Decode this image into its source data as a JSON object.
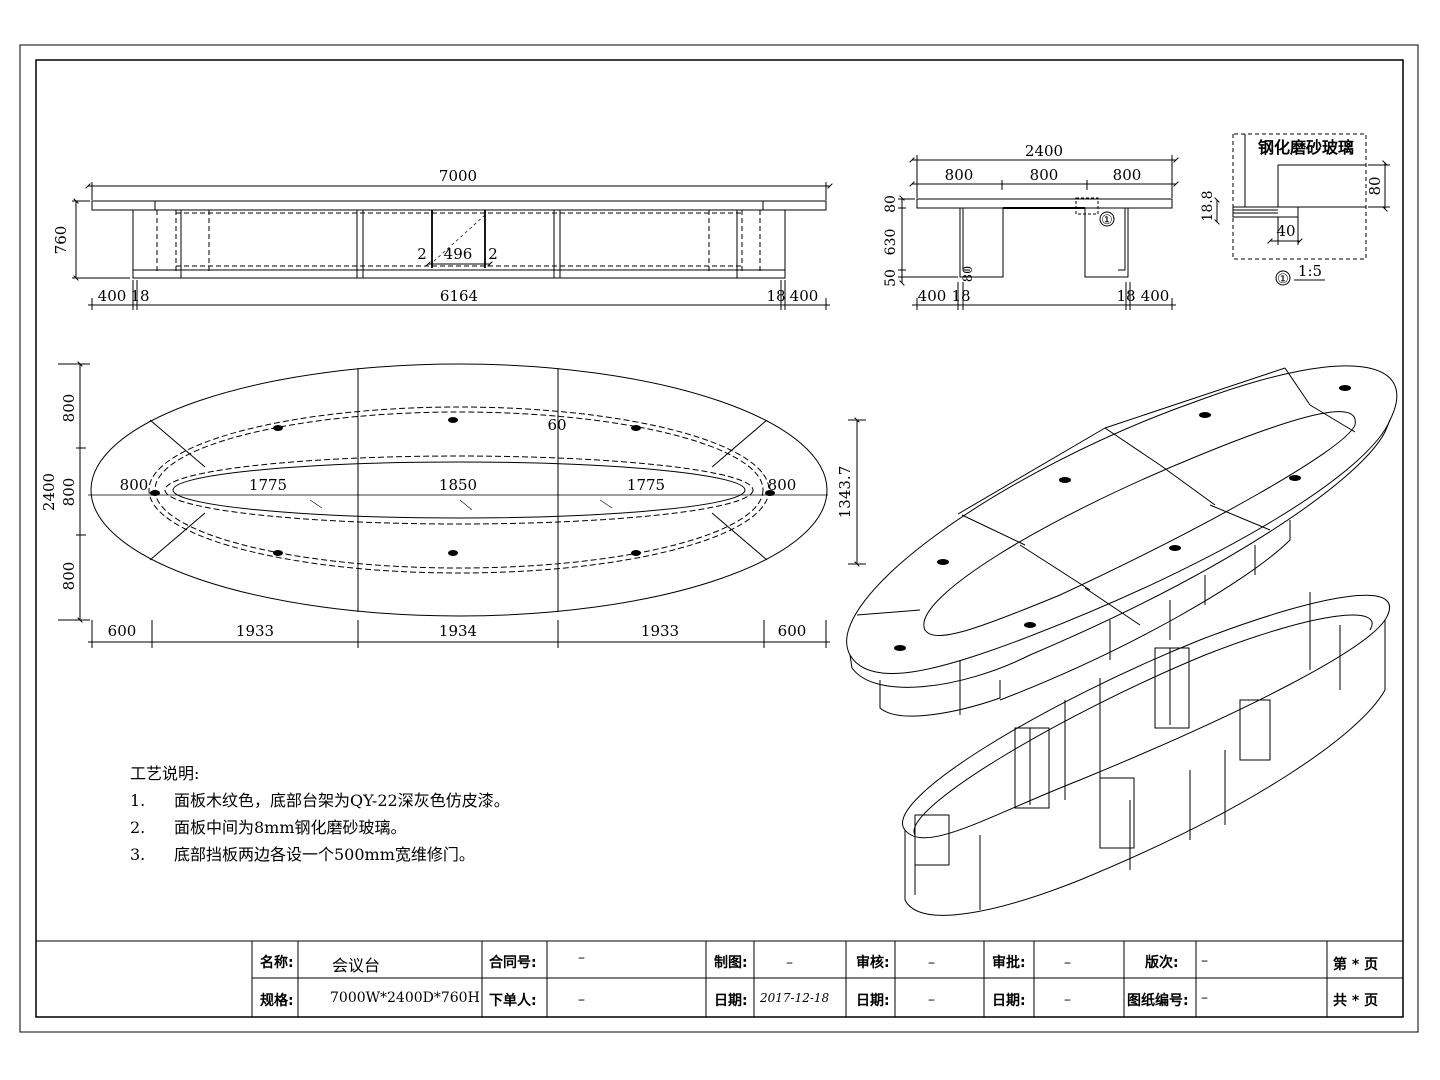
{
  "drawing": {
    "front_view": {
      "overall_width": "7000",
      "height": "760",
      "panel_width": "496",
      "panel_gap_left": "2",
      "panel_gap_right": "2",
      "bottom_dims": [
        "400",
        "18",
        "6164",
        "18",
        "400"
      ]
    },
    "side_view": {
      "overall_depth": "2400",
      "top_dims": [
        "800",
        "800",
        "800"
      ],
      "heights": [
        "80",
        "630",
        "50"
      ],
      "foot": "80",
      "bottom_dims": [
        "400",
        "18",
        "18",
        "400"
      ],
      "callout": "①"
    },
    "detail": {
      "label": "钢化磨砂玻璃",
      "dim_80": "80",
      "dim_18_8": "18.8",
      "dim_40": "40",
      "marker": "①",
      "scale": "1:5"
    },
    "plan_view": {
      "depth_total": "2400",
      "depth_parts": [
        "800",
        "800",
        "800"
      ],
      "inner_left": "800",
      "inner_right": "800",
      "inner_parts": [
        "1775",
        "1850",
        "1775"
      ],
      "rim": "60",
      "bottom_dims": [
        "600",
        "1933",
        "1934",
        "1933",
        "600"
      ],
      "half_depth": "1343.7"
    }
  },
  "notes": {
    "title": "工艺说明:",
    "items": [
      {
        "num": "1.",
        "text": "面板木纹色，底部台架为QY-22深灰色仿皮漆。"
      },
      {
        "num": "2.",
        "text": "面板中间为8mm钢化磨砂玻璃。"
      },
      {
        "num": "3.",
        "text": "底部挡板两边各设一个500mm宽维修门。"
      }
    ]
  },
  "title_block": {
    "name_label": "名称:",
    "name_value": "会议台",
    "spec_label": "规格:",
    "spec_value": "7000W*2400D*760H",
    "contract_label": "合同号:",
    "contract_value": "–",
    "orderer_label": "下单人:",
    "orderer_value": "–",
    "drawn_label": "制图:",
    "drawn_value": "–",
    "date1_label": "日期:",
    "date1_value": "2017-12-18",
    "review_label": "审核:",
    "review_value": "–",
    "date2_label": "日期:",
    "date2_value": "–",
    "approve_label": "审批:",
    "approve_value": "–",
    "date3_label": "日期:",
    "date3_value": "–",
    "version_label": "版次:",
    "version_value": "–",
    "drawing_no_label": "图纸编号:",
    "drawing_no_value": "–",
    "page_label": "第 * 页",
    "total_label": "共 * 页"
  }
}
